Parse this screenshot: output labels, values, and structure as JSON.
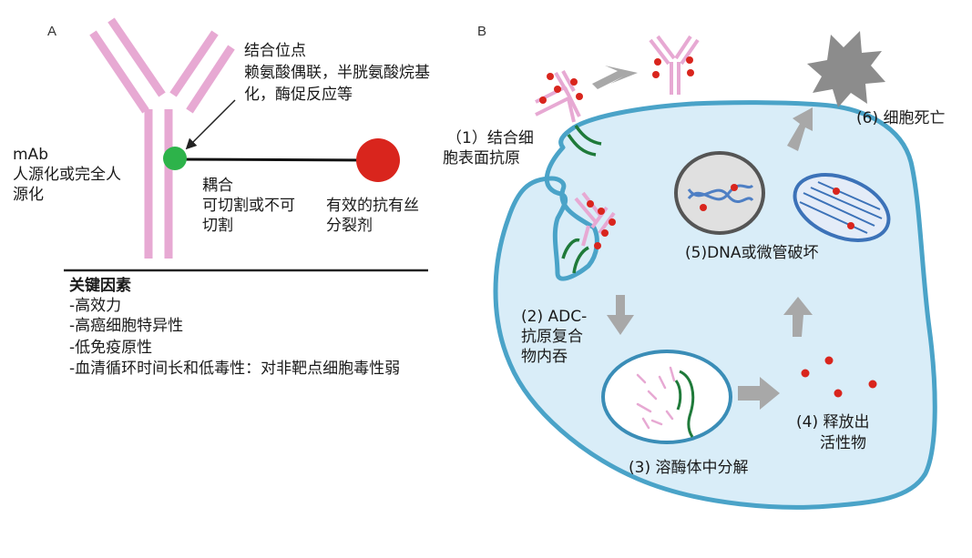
{
  "panel_a": {
    "letter": "A",
    "binding_site": [
      "结合位点",
      "赖氨酸偶联，半胱氨酸烷基",
      "化，酶促反应等"
    ],
    "mab": [
      "mAb",
      "人源化或完全人",
      "源化"
    ],
    "coupling": [
      "耦合",
      "可切割或不可",
      "切割"
    ],
    "payload": [
      "有效的抗有丝",
      "分裂剂"
    ],
    "key_factors_title": "关键因素",
    "key_factors": [
      "-高效力",
      "-高癌细胞特异性",
      "-低免疫原性",
      "-血清循环时间长和低毒性：对非靶点细胞毒性弱"
    ]
  },
  "panel_b": {
    "letter": "B",
    "steps": {
      "s1": [
        "（1）结合细",
        "胞表面抗原"
      ],
      "s2": [
        "(2) ADC-",
        "抗原复合",
        "物内吞"
      ],
      "s3": "(3) 溶酶体中分解",
      "s4": [
        "(4) 释放出",
        "活性物"
      ],
      "s5": "(5)DNA或微管破坏",
      "s6": "(6) 细胞死亡"
    }
  },
  "colors": {
    "antibody": "#e7a9d3",
    "linker_node": "#2db34a",
    "payload": "#d9251d",
    "cell_fill": "#d9edf8",
    "cell_border": "#4aa3c8",
    "arrow": "#a8a8a8",
    "receptor": "#1f7a3a",
    "dead_cell": "#8c8c8c",
    "mito": "#3c72b8"
  }
}
